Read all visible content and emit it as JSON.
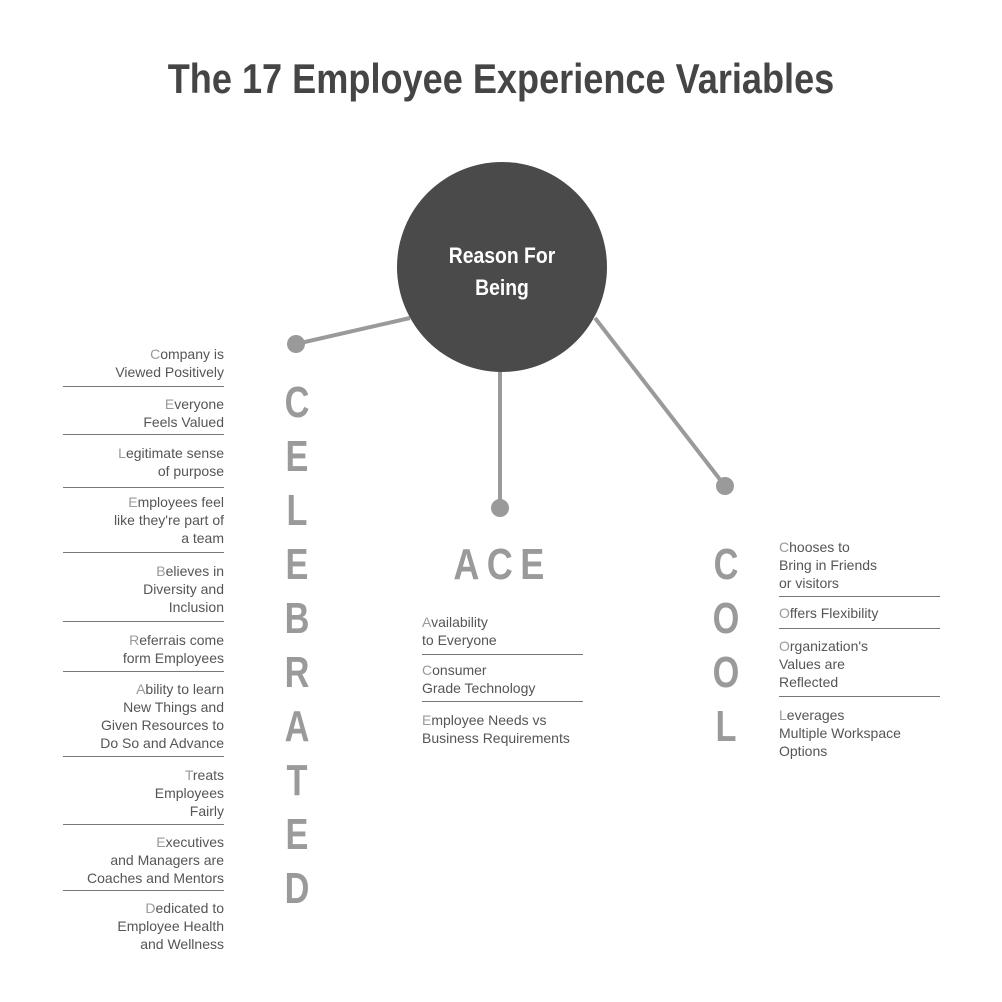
{
  "title": "The 17 Employee Experience Variables",
  "hub": "Reason For\nBeing",
  "colors": {
    "hub": "#4a4a4a",
    "connector": "#9a9a9a",
    "accent_letter": "#9a9a9a"
  },
  "celebrated": {
    "letters": [
      "C",
      "E",
      "L",
      "E",
      "B",
      "R",
      "A",
      "T",
      "E",
      "D"
    ],
    "items": [
      {
        "initial": "C",
        "text": "ompany is\nViewed Positively"
      },
      {
        "initial": "E",
        "text": "veryone\nFeels Valued"
      },
      {
        "initial": "L",
        "text": "egitimate sense\nof purpose"
      },
      {
        "initial": "E",
        "text": "mployees feel\nlike they're part of\na team"
      },
      {
        "initial": "B",
        "text": "elieves in\nDiversity and\nInclusion"
      },
      {
        "initial": "R",
        "text": "eferrais come\nform Employees"
      },
      {
        "initial": "A",
        "text": "bility to learn\nNew Things and\nGiven Resources to\nDo So and Advance"
      },
      {
        "initial": "T",
        "text": "reats\nEmployees\nFairly"
      },
      {
        "initial": "E",
        "text": "xecutives\nand Managers are\nCoaches and Mentors"
      },
      {
        "initial": "D",
        "text": "edicated to\nEmployee Health\nand Wellness"
      }
    ]
  },
  "ace": {
    "word": "ACE",
    "items": [
      {
        "initial": "A",
        "text": "vailability\nto Everyone"
      },
      {
        "initial": "C",
        "text": "onsumer\nGrade Technology"
      },
      {
        "initial": "E",
        "text": "mployee Needs vs\nBusiness Requirements"
      }
    ]
  },
  "cool": {
    "letters": [
      "C",
      "O",
      "O",
      "L"
    ],
    "items": [
      {
        "initial": "C",
        "text": "hooses to\nBring in Friends\nor visitors"
      },
      {
        "initial": "O",
        "text": "ffers Flexibility"
      },
      {
        "initial": "O",
        "text": "rganization's\nValues are\nReflected"
      },
      {
        "initial": "L",
        "text": "everages\nMultiple Workspace\nOptions"
      }
    ]
  }
}
